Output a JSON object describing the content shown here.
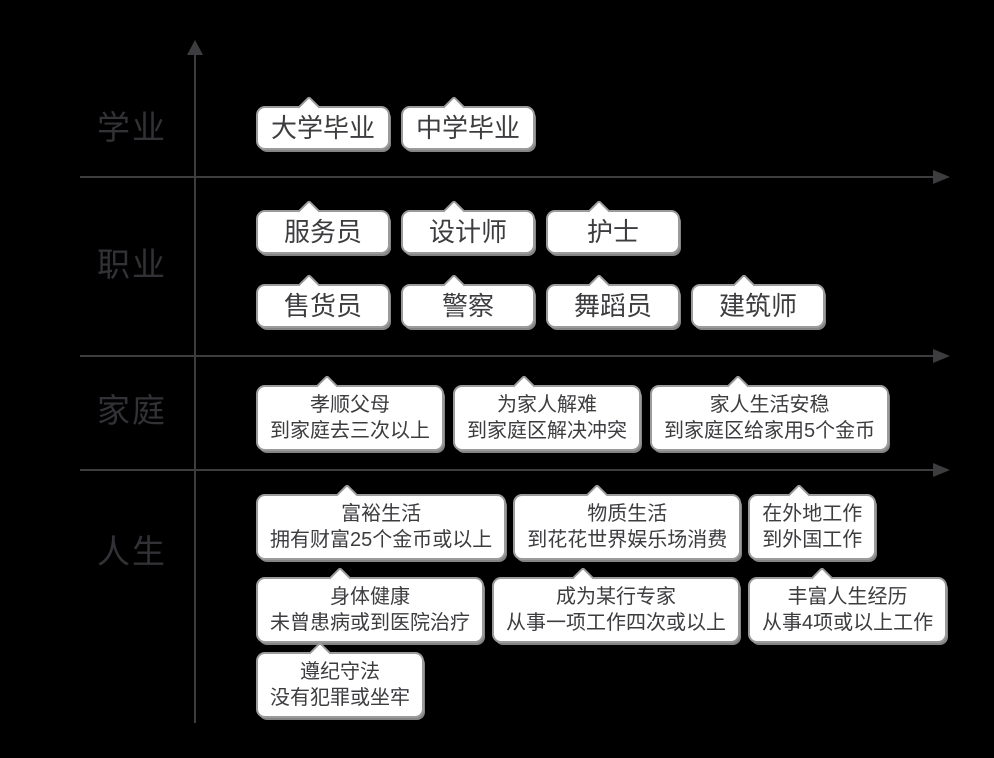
{
  "style": {
    "background_color": "#000000",
    "axis_color": "#3d3d40",
    "box_fill": "#ffffff",
    "box_border_color": "#9b9b9b",
    "box_text_color": "#3d3d40",
    "label_color": "#323236"
  },
  "sections": [
    {
      "label": "学业",
      "rows": [
        [
          {
            "title": "大学毕业"
          },
          {
            "title": "中学毕业"
          }
        ]
      ]
    },
    {
      "label": "职业",
      "rows": [
        [
          {
            "title": "服务员"
          },
          {
            "title": "设计师"
          },
          {
            "title": "护士"
          }
        ],
        [
          {
            "title": "售货员"
          },
          {
            "title": "警察"
          },
          {
            "title": "舞蹈员"
          },
          {
            "title": "建筑师"
          }
        ]
      ]
    },
    {
      "label": "家庭",
      "rows": [
        [
          {
            "title": "孝顺父母",
            "subtitle": "到家庭去三次以上"
          },
          {
            "title": "为家人解难",
            "subtitle": "到家庭区解决冲突"
          },
          {
            "title": "家人生活安稳",
            "subtitle": "到家庭区给家用5个金币"
          }
        ]
      ]
    },
    {
      "label": "人生",
      "rows": [
        [
          {
            "title": "富裕生活",
            "subtitle": "拥有财富25个金币或以上"
          },
          {
            "title": "物质生活",
            "subtitle": "到花花世界娱乐场消费"
          },
          {
            "title": "在外地工作",
            "subtitle": "到外国工作"
          }
        ],
        [
          {
            "title": "身体健康",
            "subtitle": "未曾患病或到医院治疗"
          },
          {
            "title": "成为某行专家",
            "subtitle": "从事一项工作四次或以上"
          },
          {
            "title": "丰富人生经历",
            "subtitle": "从事4项或以上工作"
          }
        ],
        [
          {
            "title": "遵纪守法",
            "subtitle": "没有犯罪或坐牢"
          }
        ]
      ]
    }
  ]
}
